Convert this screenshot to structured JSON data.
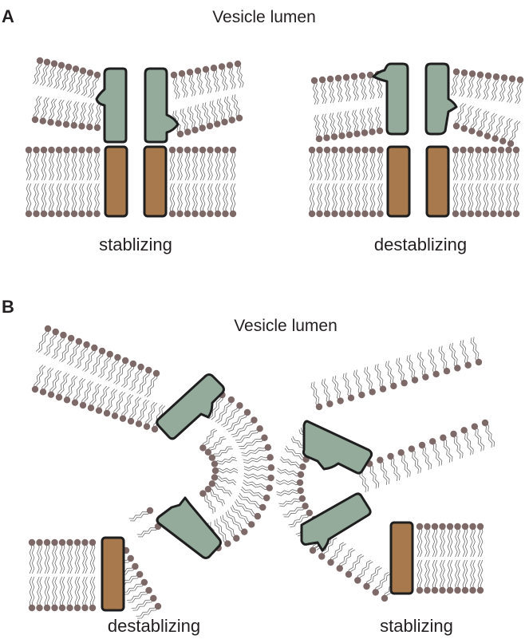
{
  "panels": [
    {
      "letter": "A",
      "title": "Vesicle lumen",
      "captions": {
        "left": "stablizing",
        "right": "destablizing"
      }
    },
    {
      "letter": "B",
      "title": "Vesicle lumen",
      "captions": {
        "left": "destablizing",
        "right": "stablizing"
      }
    }
  ],
  "colors": {
    "lipid_head": "#7d6a68",
    "lipid_tail": "#6e6e6e",
    "helix_green": "#94ab9c",
    "helix_brown": "#a8794c",
    "outline": "#1e1e1e"
  }
}
